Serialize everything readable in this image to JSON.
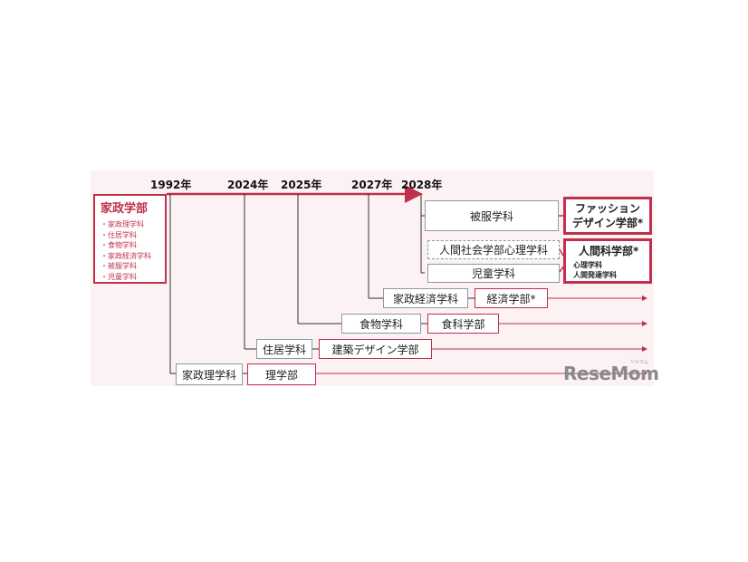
{
  "years": [
    "1992年",
    "2024年",
    "2025年",
    "2027年",
    "2028年"
  ],
  "origin": {
    "title": "家政学部",
    "departments": [
      "・家政理学科",
      "・住居学科",
      "・食物学科",
      "・家政経済学科",
      "・被服学科",
      "・児童学科"
    ]
  },
  "rows": {
    "fashion": {
      "from": "被服学科",
      "to": "ファッション\nデザイン学部*"
    },
    "human_science": {
      "from1": "人間社会学部心理学科",
      "from2": "児童学科",
      "to": "人間科学部*",
      "sub": [
        "心理学科",
        "人間発達学科"
      ]
    },
    "economics": {
      "from": "家政経済学科",
      "to": "経済学部*"
    },
    "food": {
      "from": "食物学科",
      "to": "食科学部"
    },
    "architecture": {
      "from": "住居学科",
      "to": "建築デザイン学部"
    },
    "science": {
      "from": "家政理学科",
      "to": "理学部"
    }
  },
  "logo": {
    "text": "ReseMom",
    "ruby": "リセマム"
  },
  "colors": {
    "accent": "#c0304a",
    "panel": "#fcf1f3",
    "line": "#333333",
    "gray_border": "#8c9aa6"
  }
}
